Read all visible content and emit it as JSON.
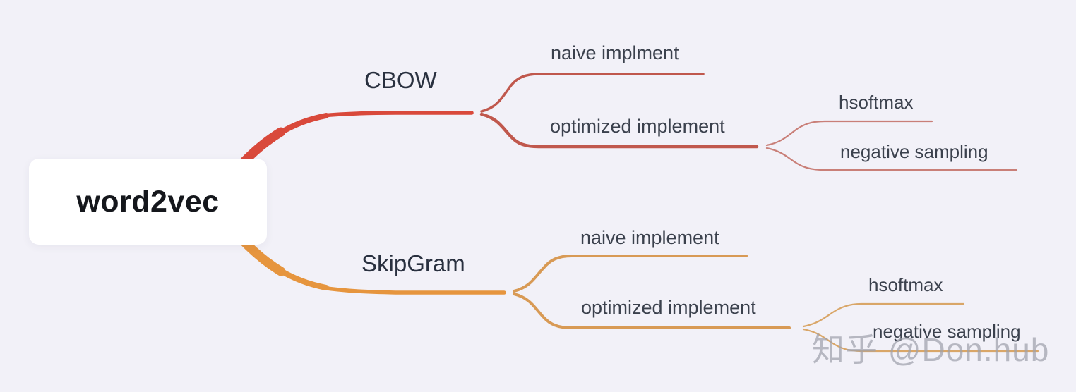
{
  "diagram": {
    "type": "mindmap",
    "root": {
      "label": "word2vec"
    },
    "branches": [
      {
        "label": "CBOW",
        "color": "#d9493b",
        "children": [
          {
            "label": "naive implment"
          },
          {
            "label": "optimized implement",
            "children": [
              {
                "label": "hsoftmax"
              },
              {
                "label": "negative sampling"
              }
            ]
          }
        ]
      },
      {
        "label": "SkipGram",
        "color": "#e6953e",
        "children": [
          {
            "label": "naive implement"
          },
          {
            "label": "optimized implement",
            "children": [
              {
                "label": "hsoftmax"
              },
              {
                "label": "negative sampling"
              }
            ]
          }
        ]
      }
    ]
  },
  "watermark": {
    "text": "知乎 @Don.hub"
  },
  "colors": {
    "background": "#f2f1f8",
    "root_node_bg": "#ffffff",
    "root_text": "#15171c",
    "branch_text": "#29303f",
    "leaf_text": "#3b414d",
    "cbow_branch": "#d9493b",
    "cbow_sub_branch": "#c0584d",
    "cbow_leaf_line": "#c97f78",
    "skipgram_branch": "#e6953e",
    "skipgram_sub_branch": "#d89a55",
    "skipgram_leaf_line": "#d9a668",
    "watermark": "#9fa2ad"
  }
}
